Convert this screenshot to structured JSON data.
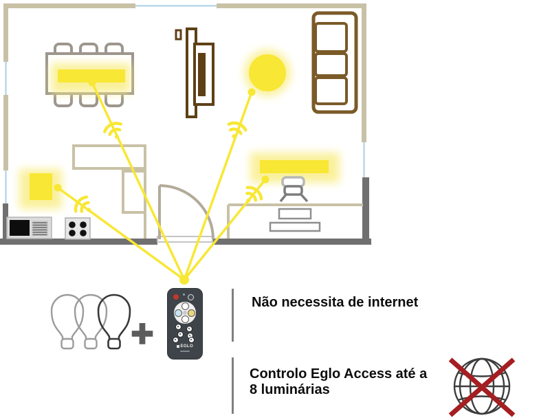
{
  "colors": {
    "accent_yellow": "#f8e735",
    "glow_yellow": "#f9ee8a",
    "wall_tan": "#c9c1a6",
    "wall_dark_gray": "#707070",
    "window_blue": "#bad7ea",
    "furniture_gray": "#9d968e",
    "wood_brown": "#5e4016",
    "sofa_brown": "#7a5a28",
    "door_tan": "#b3ab99",
    "remote_body": "#3e4449",
    "remote_power_red": "#c2382b",
    "divider_gray": "#808080",
    "text_black": "#0d0d0d",
    "globe_gray": "#3d3d3d",
    "cross_red": "#a41e22",
    "bulb_outline_gray": "#9b9b9b",
    "bulb_outline_dark": "#383838"
  },
  "plus_sign": "+",
  "features": [
    {
      "text": "Não necessita de internet"
    },
    {
      "lines": [
        "Controlo Eglo Access até a",
        "8 luminárias"
      ]
    }
  ],
  "remote": {
    "brand": "EGLO"
  }
}
